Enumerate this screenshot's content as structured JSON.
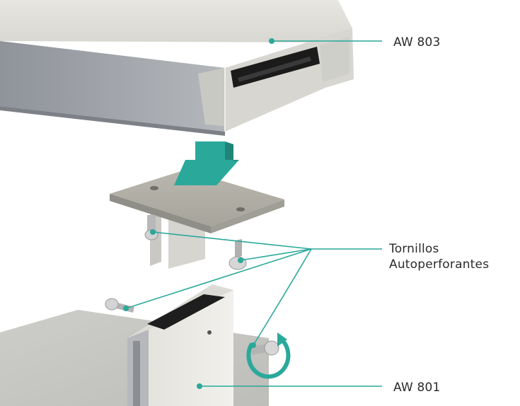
{
  "colors": {
    "accent": "#2aa99a",
    "aluminium_light": "#e9e8e2",
    "aluminium_mid": "#cfcfcb",
    "aluminium_dark": "#a7a9ad",
    "gasket": "#1b1b1b",
    "text": "#2b2b2b"
  },
  "callouts": {
    "top_profile": "AW 803",
    "screws_line1": "Tornillos",
    "screws_line2": "Autoperforantes",
    "bottom_profile": "AW 801"
  },
  "icons": {
    "direction": "arrow-down-icon",
    "rotation": "rotate-arrow-icon"
  }
}
